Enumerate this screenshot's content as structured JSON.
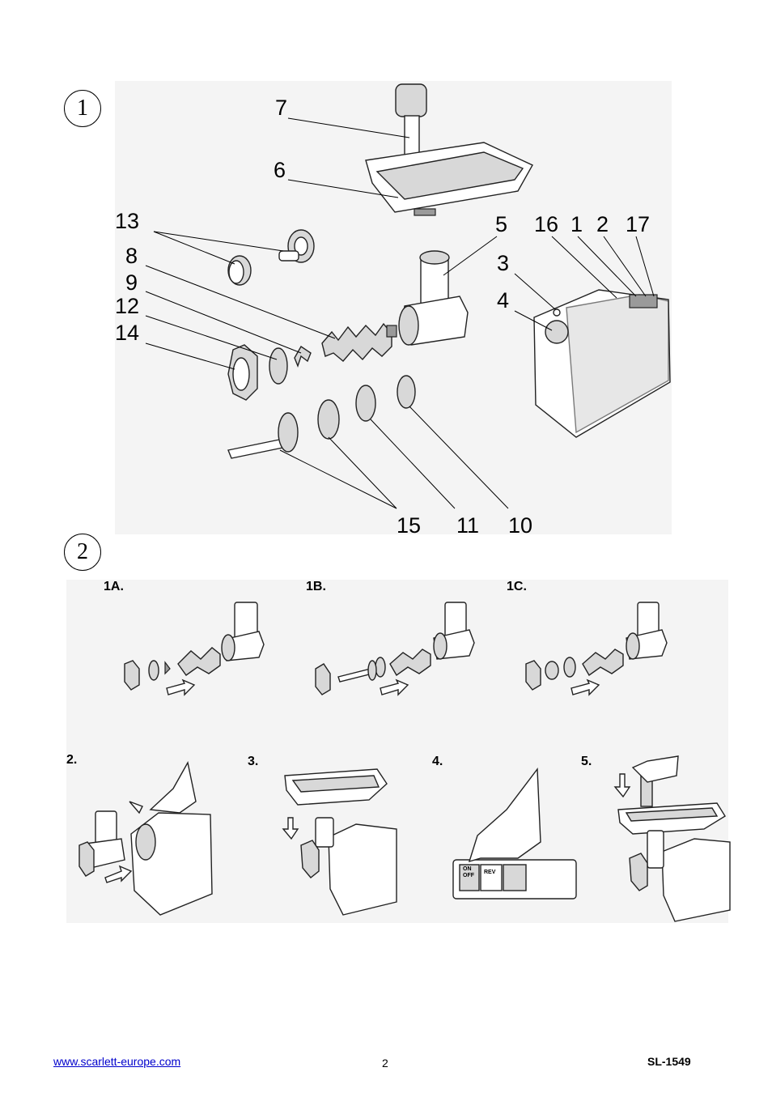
{
  "section1": {
    "number": "1",
    "callouts": {
      "c7": "7",
      "c6": "6",
      "c13": "13",
      "c8": "8",
      "c9": "9",
      "c12": "12",
      "c14": "14",
      "c5": "5",
      "c16": "16",
      "c1": "1",
      "c2": "2",
      "c17": "17",
      "c3": "3",
      "c4": "4",
      "c15": "15",
      "c11": "11",
      "c10": "10"
    }
  },
  "section2": {
    "number": "2",
    "steps": {
      "s1a": "1A.",
      "s1b": "1B.",
      "s1c": "1C.",
      "s2": "2.",
      "s3": "3.",
      "s4": "4.",
      "s5": "5."
    },
    "switch_labels": {
      "on": "ON",
      "off": "OFF",
      "rev": "REV"
    }
  },
  "footer": {
    "website": "www.scarlett-europe.com",
    "page": "2",
    "model": "SL-1549"
  }
}
